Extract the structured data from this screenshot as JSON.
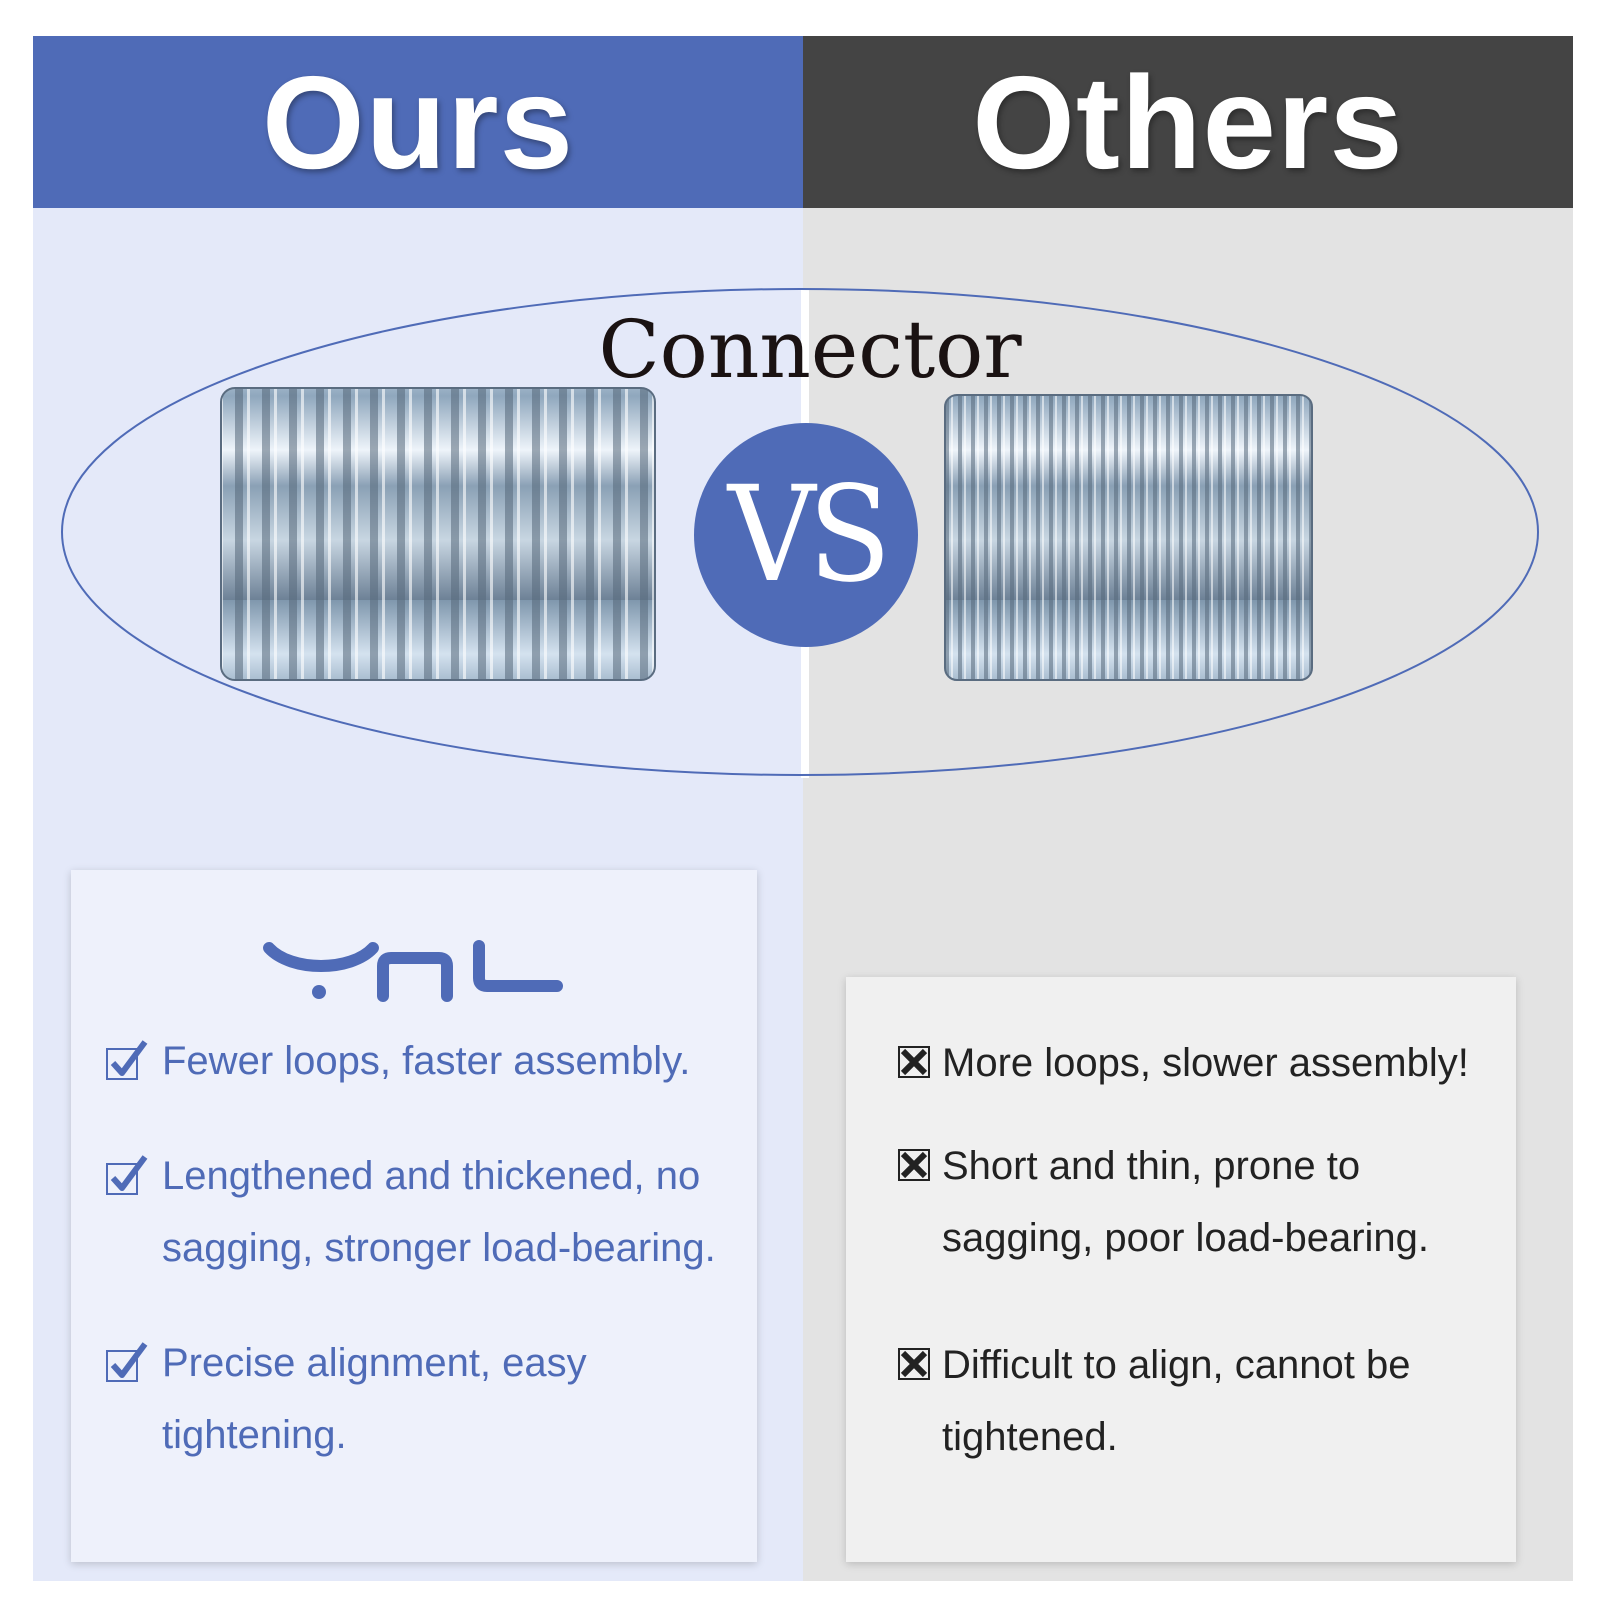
{
  "header": {
    "ours_label": "Ours",
    "others_label": "Others"
  },
  "comparison": {
    "title": "Connector",
    "vs_label": "VS"
  },
  "ours": {
    "brand": "YNL",
    "features": [
      {
        "text": "Fewer loops, faster assembly."
      },
      {
        "text": "Lengthened and thickened,  no sagging, stronger load-bearing."
      },
      {
        "text": "Precise alignment,  easy tightening."
      }
    ]
  },
  "others": {
    "features": [
      {
        "text": "More loops, slower assembly!"
      },
      {
        "text": "Short and thin, prone to sagging, poor load-bearing."
      },
      {
        "text": "Difficult to align, cannot be tightened."
      }
    ]
  },
  "icons": {
    "pro": "checkbox-checked-icon",
    "con": "checkbox-x-icon"
  },
  "colors": {
    "accent_blue": "#4f6bb7",
    "dark_header": "#444444",
    "ours_background": "#e4e9f9",
    "others_background": "#e3e3e3"
  }
}
